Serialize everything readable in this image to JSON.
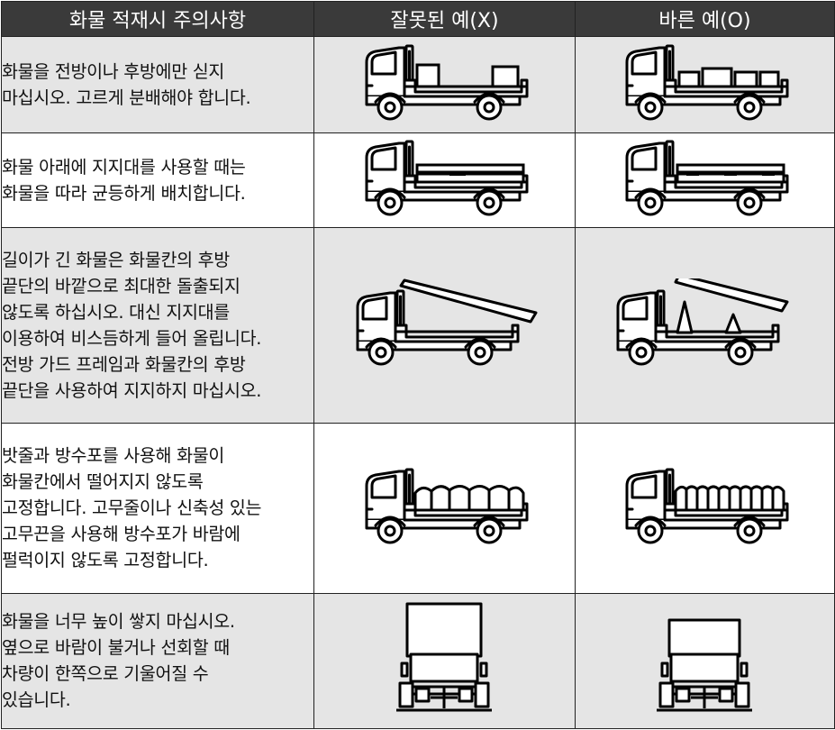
{
  "header": {
    "col1": "화물 적재시 주의사항",
    "col2": "잘못된 예(X)",
    "col3": "바른 예(O)"
  },
  "rows": [
    {
      "lines": [
        "화물을 전방이나 후방에만 싣지",
        "마십시오. 고르게 분배해야 합니다."
      ]
    },
    {
      "lines": [
        "화물 아래에 지지대를 사용할 때는",
        "화물을 따라 균등하게 배치합니다."
      ]
    },
    {
      "lines": [
        "길이가 긴 화물은 화물칸의 후방",
        "끝단의 바깥으로 최대한 돌출되지",
        "않도록 하십시오. 대신 지지대를",
        "이용하여 비스듬하게 들어 올립니다.",
        "전방 가드 프레임과 화물칸의 후방",
        "끝단을 사용하여 지지하지 마십시오."
      ]
    },
    {
      "lines": [
        "밧줄과 방수포를 사용해 화물이",
        "화물칸에서 떨어지지 않도록",
        "고정합니다. 고무줄이나 신축성 있는",
        "고무끈을 사용해 방수포가 바람에",
        "펄럭이지 않도록 고정합니다."
      ]
    },
    {
      "lines": [
        "화물을 너무 높이 쌓지 마십시오.",
        "옆으로 바람이 불거나 선회할 때",
        "차량이 한쪽으로 기울어질 수",
        "있습니다."
      ]
    }
  ],
  "illustrations": [
    {
      "wrong": "truck-side-uneven-load-icon",
      "right": "truck-side-even-load-icon"
    },
    {
      "wrong": "truck-side-uneven-supports-icon",
      "right": "truck-side-even-supports-icon"
    },
    {
      "wrong": "truck-side-long-load-guard-icon",
      "right": "truck-side-long-load-angled-icon"
    },
    {
      "wrong": "truck-side-loose-tarp-icon",
      "right": "truck-side-secured-tarp-icon"
    },
    {
      "wrong": "truck-rear-high-load-icon",
      "right": "truck-rear-normal-load-icon"
    }
  ]
}
